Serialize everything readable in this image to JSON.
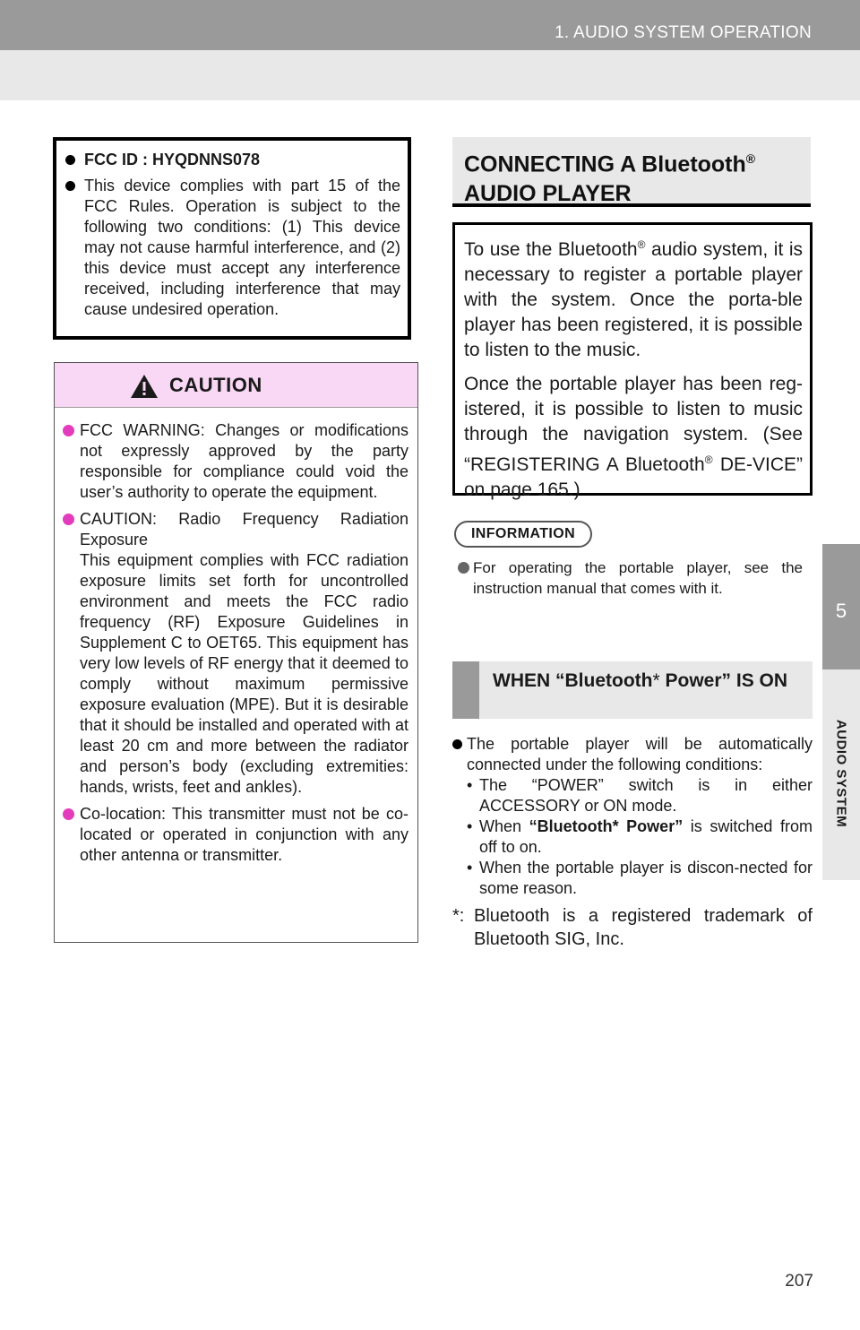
{
  "header": {
    "title": "1. AUDIO SYSTEM OPERATION"
  },
  "side_tab": {
    "number": "5",
    "label": "AUDIO SYSTEM"
  },
  "page_number": "207",
  "fcc_box": {
    "items": [
      {
        "text": "FCC ID : HYQDNNS078"
      },
      {
        "text": "This device complies with part 15 of the FCC Rules. Operation is subject to the following two conditions: (1) This device may not cause harmful interference, and (2) this device must accept any interference received, including interference that may cause undesired operation."
      }
    ]
  },
  "caution": {
    "title": "CAUTION",
    "items": [
      {
        "paras": [
          "FCC WARNING: Changes or modifications not expressly approved by the party responsible for compliance could void the user’s authority to operate the equipment."
        ]
      },
      {
        "paras": [
          "CAUTION: Radio Frequency Radiation Exposure",
          "This equipment complies with FCC radiation exposure limits set forth for uncontrolled environment and meets the FCC radio frequency (RF) Exposure Guidelines in Supplement C to OET65. This equipment has very low levels of RF energy that it deemed to comply without maximum permissive exposure evaluation (MPE). But it is desirable that it should be installed and operated with at least 20 cm and more between the radiator and person’s body (excluding extremities: hands, wrists, feet and ankles)."
        ]
      },
      {
        "paras": [
          "Co-location: This transmitter must not be co-located or operated in conjunction with any other antenna or transmitter."
        ]
      }
    ]
  },
  "connecting": {
    "title_line1": "CONNECTING A Bluetooth",
    "title_reg": "®",
    "title_line2": "AUDIO PLAYER",
    "intro1_a": "To use the Bluetooth",
    "intro1_reg": "®",
    "intro1_b": " audio system, it is necessary to register a portable player with the system. Once the porta-ble player has been registered, it is possible to listen to the music.",
    "intro2_a": "Once the portable player has been reg-istered, it is possible to listen to music through the navigation system. (See “REGISTERING A Bluetooth",
    "intro2_reg": "®",
    "intro2_b": " DE-VICE” on page 165.)"
  },
  "information": {
    "label": "INFORMATION",
    "items": [
      "For operating the portable player, see the instruction manual that comes with it."
    ]
  },
  "when_section": {
    "title_a": "WHEN “Bluetooth",
    "title_star": "*",
    "title_b": " Power” IS ON",
    "bullet": "The portable player will be automatically connected under the following conditions:",
    "sub_marker": "•",
    "sub1": "The “POWER” switch is in either ACCESSORY or ON mode.",
    "sub2_a": "When ",
    "sub2_bold": "“Bluetooth* Power”",
    "sub2_b": " is switched from off to on.",
    "sub3": "When the portable player is discon-nected for some reason.",
    "footnote_marker": "*:",
    "footnote": "Bluetooth is a registered trademark of Bluetooth SIG, Inc."
  }
}
